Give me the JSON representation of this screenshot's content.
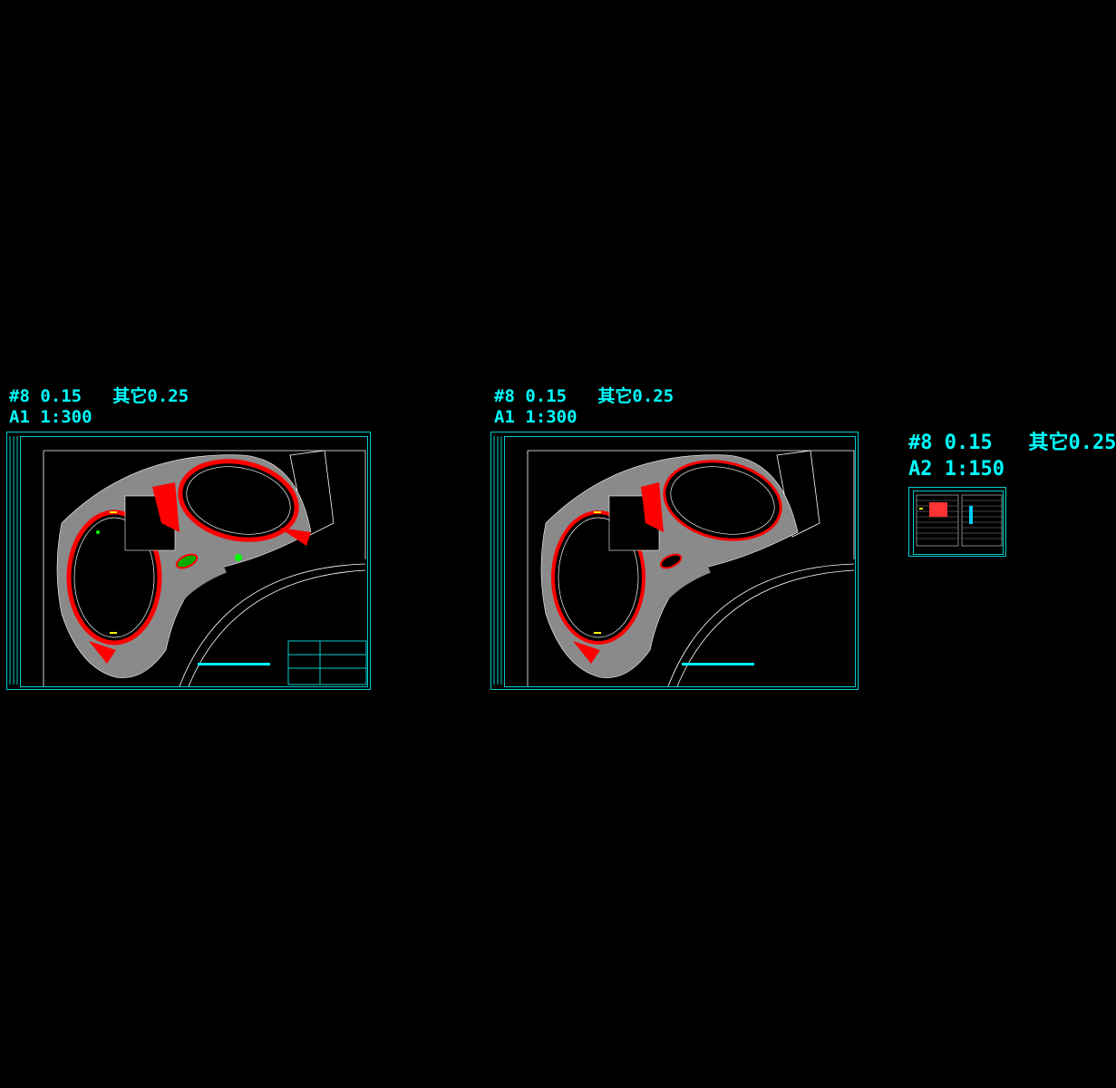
{
  "sheets": [
    {
      "line1": "#8 0.15   其它0.25",
      "line2": "A1 1:300"
    },
    {
      "line1": "#8 0.15   其它0.25",
      "line2": "A1 1:300"
    },
    {
      "line1": "#8 0.15   其它0.25",
      "line2": "A2 1:150"
    }
  ],
  "colors": {
    "background": "#000000",
    "frame": "#00cccc",
    "text": "#00ffff",
    "paving": "#8a8a8a",
    "planting": "#ff0000",
    "linework": "#ffffff",
    "accent_green": "#00ff00",
    "accent_yellow": "#ffff00"
  }
}
